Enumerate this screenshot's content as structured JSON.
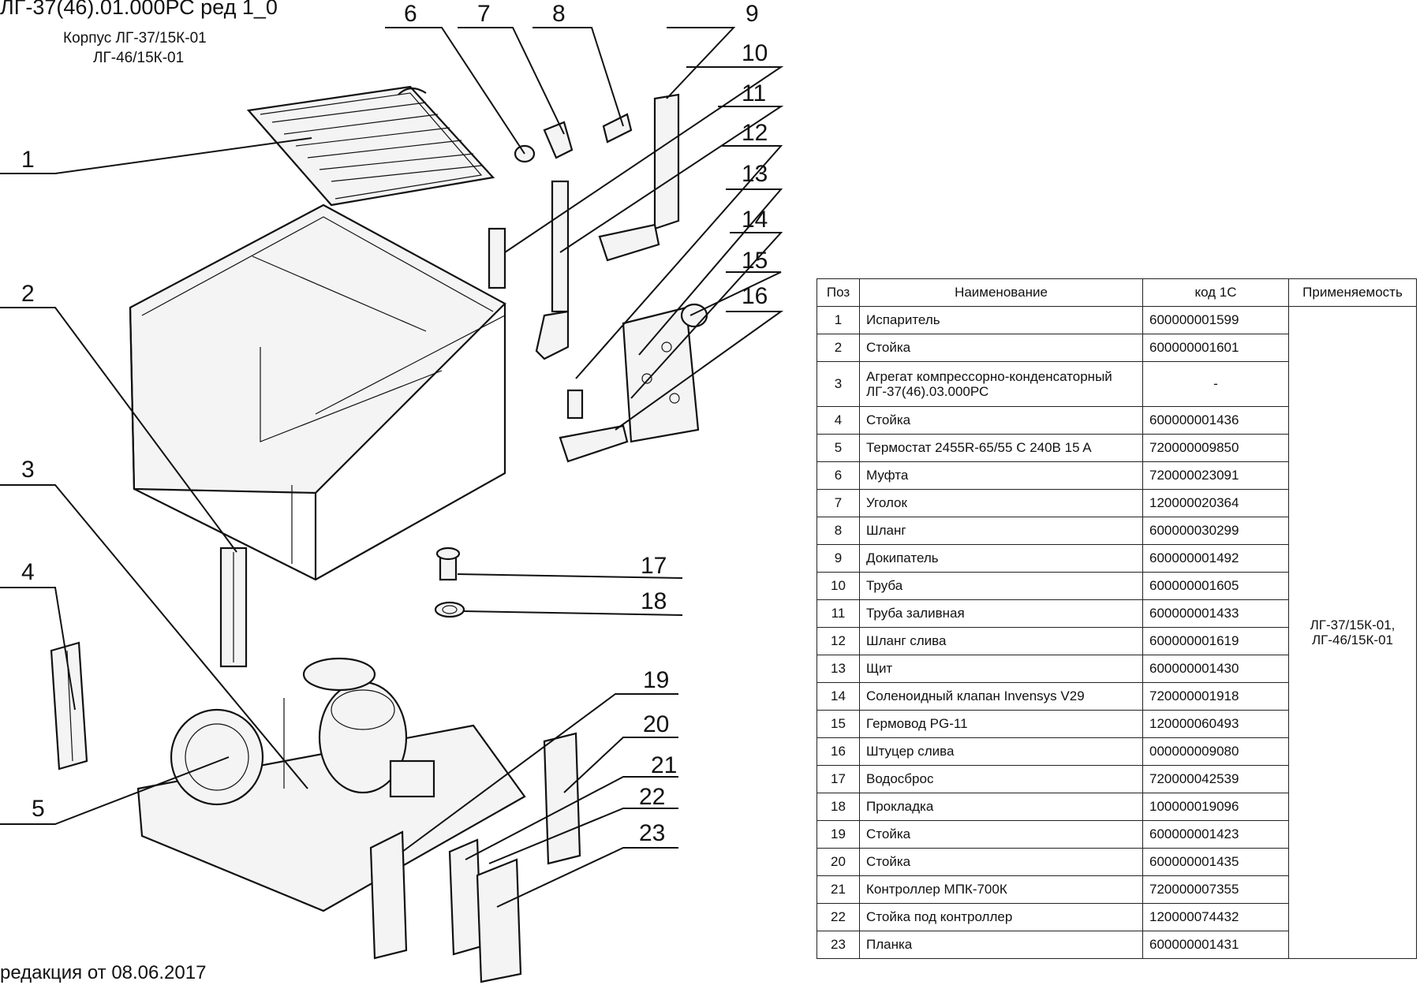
{
  "header": {
    "title": "ЛГ-37(46).01.000РС ред 1_0",
    "subtitle_line1": "Корпус ЛГ-37/15К-01",
    "subtitle_line2": "ЛГ-46/15К-01"
  },
  "footer": {
    "edition": "редакция от 08.06.2017"
  },
  "callouts": [
    "1",
    "2",
    "3",
    "4",
    "5",
    "6",
    "7",
    "8",
    "9",
    "10",
    "11",
    "12",
    "13",
    "14",
    "15",
    "16",
    "17",
    "18",
    "19",
    "20",
    "21",
    "22",
    "23"
  ],
  "table": {
    "headers": {
      "pos": "Поз",
      "name": "Наименование",
      "code": "код 1С",
      "applicability": "Применяемость"
    },
    "applicability_line1": "ЛГ-37/15К-01,",
    "applicability_line2": "ЛГ-46/15К-01",
    "rows": [
      {
        "pos": "1",
        "name": "Испаритель",
        "code": "600000001599"
      },
      {
        "pos": "2",
        "name": "Стойка",
        "code": "600000001601"
      },
      {
        "pos": "3",
        "name": "Агрегат компрессорно-конденсаторный",
        "name2": "ЛГ-37(46).03.000РС",
        "code": "-"
      },
      {
        "pos": "4",
        "name": "Стойка",
        "code": "600000001436"
      },
      {
        "pos": "5",
        "name": "Термостат 2455R-65/55 C 240B 15 A",
        "code": "720000009850"
      },
      {
        "pos": "6",
        "name": "Муфта",
        "code": "720000023091"
      },
      {
        "pos": "7",
        "name": "Уголок",
        "code": "120000020364"
      },
      {
        "pos": "8",
        "name": "Шланг",
        "code": "600000030299"
      },
      {
        "pos": "9",
        "name": "Докипатель",
        "code": "600000001492"
      },
      {
        "pos": "10",
        "name": "Труба",
        "code": "600000001605"
      },
      {
        "pos": "11",
        "name": "Труба заливная",
        "code": "600000001433"
      },
      {
        "pos": "12",
        "name": "Шланг слива",
        "code": "600000001619"
      },
      {
        "pos": "13",
        "name": "Щит",
        "code": "600000001430"
      },
      {
        "pos": "14",
        "name": "Соленоидный клапан Invensys V29",
        "code": "720000001918"
      },
      {
        "pos": "15",
        "name": "Гермовод PG-11",
        "code": "120000060493"
      },
      {
        "pos": "16",
        "name": "Штуцер слива",
        "code": "000000009080"
      },
      {
        "pos": "17",
        "name": "Водосброс",
        "code": "720000042539"
      },
      {
        "pos": "18",
        "name": "Прокладка",
        "code": "100000019096"
      },
      {
        "pos": "19",
        "name": "Стойка",
        "code": "600000001423"
      },
      {
        "pos": "20",
        "name": "Стойка",
        "code": "600000001435"
      },
      {
        "pos": "21",
        "name": "Контроллер МПК-700К",
        "code": "720000007355"
      },
      {
        "pos": "22",
        "name": "Стойка под контроллер",
        "code": "120000074432"
      },
      {
        "pos": "23",
        "name": "Планка",
        "code": "600000001431"
      }
    ]
  }
}
